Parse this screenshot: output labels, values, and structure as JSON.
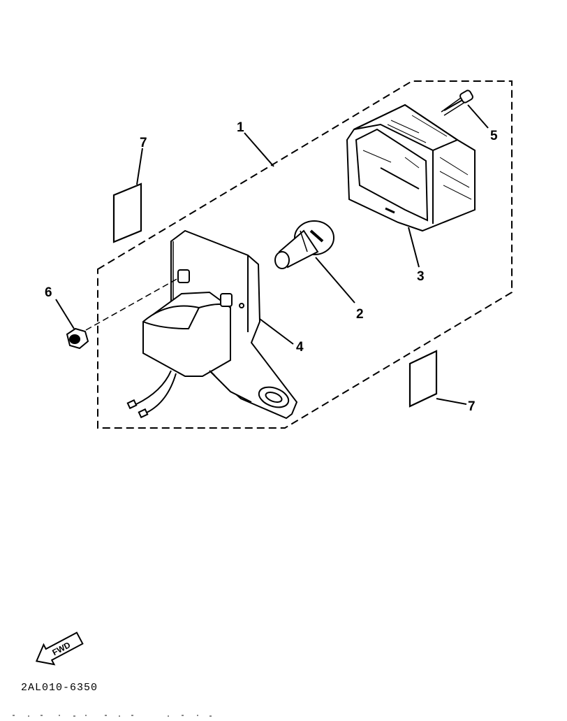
{
  "callouts": {
    "c1": "1",
    "c2": "2",
    "c3": "3",
    "c4": "4",
    "c5": "5",
    "c6": "6",
    "c7a": "7",
    "c7b": "7"
  },
  "direction": {
    "fwd_label": "FWD"
  },
  "catalog": {
    "code": "2AL010-6350"
  }
}
